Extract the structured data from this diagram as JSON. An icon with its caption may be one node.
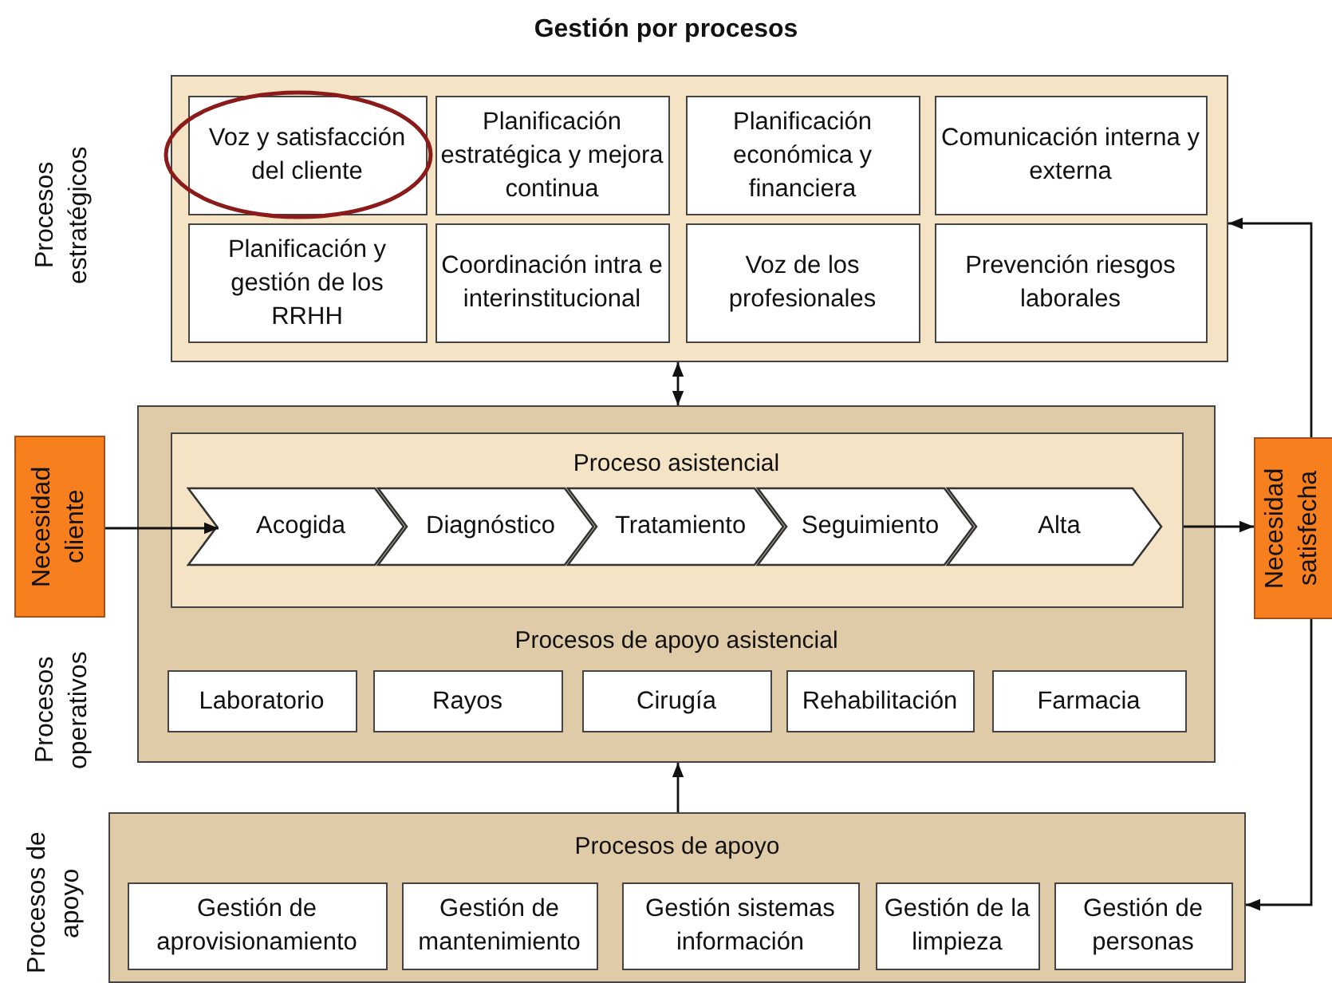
{
  "diagram": {
    "title": "Gestión por procesos",
    "nodes": [
      {
        "text": [],
        "shape": "box"
      },
      {
        "text": [
          "Voz y satisfacción del cliente"
        ],
        "in": 0
      },
      {
        "text": [
          "Planificación estratégica y mejora continua"
        ],
        "in": 0
      },
      {
        "text": [
          "Planificación económica y financiera"
        ],
        "in": 0
      },
      {
        "text": [
          "Comunicación interna y externa"
        ],
        "in": 0
      },
      {
        "text": [
          "Planificación y gestión de los RRHH"
        ],
        "in": 0
      },
      {
        "text": [
          "Coordinación intra e interinstitucional"
        ],
        "in": 0
      },
      {
        "text": [
          "Voz de los profesionales"
        ],
        "in": 0
      },
      {
        "text": [
          "Prevención riesgos laborales"
        ],
        "in": 0
      },
      {
        "text": [
          "Procesos de apoyo asistencial"
        ]
      },
      {
        "text": [
          "Proceso asistencial"
        ],
        "in": 9
      },
      {
        "text": [
          "Acogida"
        ],
        "in": 10
      },
      {
        "text": [
          "Diagnóstico"
        ],
        "in": 10
      },
      {
        "text": [
          "Tratamiento"
        ],
        "in": 10
      },
      {
        "text": [
          "Seguimiento"
        ],
        "in": 10
      },
      {
        "text": [
          "Alta"
        ],
        "in": 10
      },
      {
        "text": [
          "Laboratorio"
        ],
        "in": 9
      },
      {
        "text": [
          "Rayos"
        ],
        "in": 9
      },
      {
        "text": [
          "Cirugía"
        ],
        "in": 9
      },
      {
        "text": [
          "Rehabilitación"
        ],
        "in": 9
      },
      {
        "text": [
          "Farmacia"
        ],
        "in": 9
      },
      {
        "text": [
          "Procesos de apoyo"
        ]
      },
      {
        "text": [
          "Gestión de aprovisionamiento"
        ],
        "in": 21
      },
      {
        "text": [
          "Gestión de mantenimiento"
        ],
        "in": 21
      },
      {
        "text": [
          "Gestión sistemas información"
        ],
        "in": 21
      },
      {
        "text": [
          "Gestión de la limpieza"
        ],
        "in": 21
      },
      {
        "text": [
          "Gestión de personas"
        ],
        "in": 21
      },
      {
        "text": [
          "Necesidad cliente"
        ]
      },
      {
        "text": [
          "Necesidad satisfecha"
        ]
      }
    ],
    "edges": [
      {
        "from": 27,
        "to": 11,
        "arrow": "to"
      },
      {
        "from": 10,
        "to": 28,
        "arrow": "to"
      },
      {
        "from": 0,
        "to": 9,
        "arrow": "both"
      },
      {
        "from": 21,
        "to": 9,
        "arrow": "to"
      },
      {
        "from": 28,
        "to": 0,
        "arrow": "to"
      },
      {
        "from": 28,
        "to": 21,
        "arrow": "to"
      }
    ],
    "labels": [
      "Procesos estratégicos",
      "Procesos operativos",
      "Procesos de apoyo"
    ]
  }
}
